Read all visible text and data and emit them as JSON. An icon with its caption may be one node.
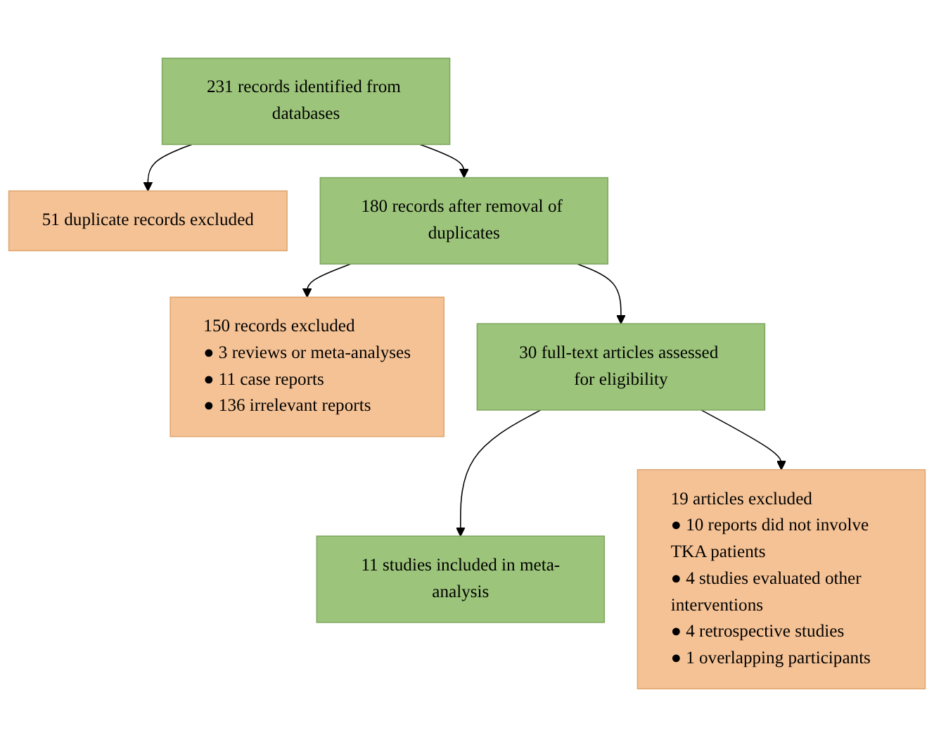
{
  "diagram": {
    "nodes": [
      {
        "text": [
          "231 records identified from databases"
        ]
      },
      {
        "text": [
          "51 duplicate records excluded"
        ]
      },
      {
        "text": [
          "180 records after removal of duplicates"
        ]
      },
      {
        "text": [
          "150 records excluded",
          "● 3 reviews or meta-analyses",
          "● 11 case reports",
          "● 136 irrelevant reports"
        ]
      },
      {
        "text": [
          "30 full-text articles assessed for eligibility"
        ]
      },
      {
        "text": [
          "19 articles excluded",
          "● 10 reports did not involve TKA patients",
          "● 4 studies evaluated other interventions",
          "● 4 retrospective studies",
          "● 1 overlapping participants"
        ]
      },
      {
        "text": [
          "11 studies included in meta-analysis"
        ]
      }
    ],
    "edges": [
      {
        "from": 0,
        "to": 2,
        "arrow": "to"
      },
      {
        "from": 0,
        "to": 1,
        "arrow": "to"
      },
      {
        "from": 2,
        "to": 4,
        "arrow": "to"
      },
      {
        "from": 2,
        "to": 3,
        "arrow": "to"
      },
      {
        "from": 4,
        "to": 6,
        "arrow": "to"
      },
      {
        "from": 4,
        "to": 5,
        "arrow": "to"
      }
    ]
  }
}
